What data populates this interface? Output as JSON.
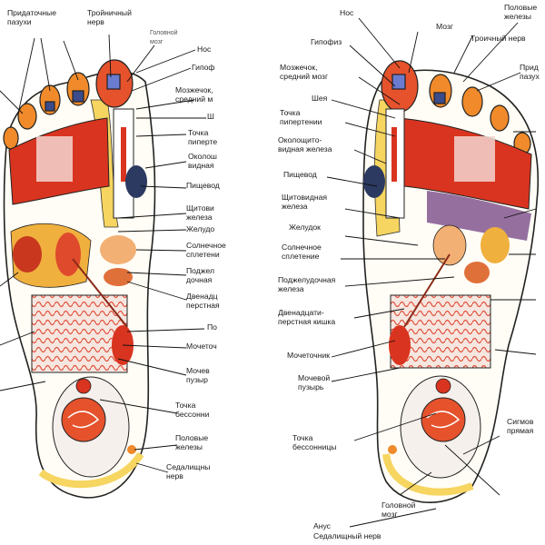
{
  "left_foot": {
    "labels": {
      "sinuses": "Придаточные\nпазухи",
      "trigeminal": "Тройничный\nнерв",
      "brain": "Головной\nмозг",
      "nose": "Нос",
      "pituitary": "Гипоф",
      "cerebellum": "Мозжечок,\nсредний м",
      "neck": "Ш",
      "plexus_point": "Точка\nпиперте",
      "parathyroid": "Околош\nвидная",
      "esophagus": "Пищевод",
      "thyroid": "Щитови\nжелеза",
      "stomach": "Желудо",
      "solar_plexus": "Солнечное\nсплетени",
      "pancreas": "Поджел\nдочная",
      "duodenum": "Двенадц\nперстная",
      "kidney": "По",
      "ureter": "Мочеточ",
      "bladder": "Мочев\nпузыр",
      "insomnia": "Точка\nбессонни",
      "genitals": "Половые\nжелезы",
      "sciatic": "Седалищны\nнерв"
    }
  },
  "right_foot": {
    "labels": {
      "nose": "Нос",
      "brain": "Мозг",
      "genitals_top": "Половые\nжелезы",
      "pituitary": "Гипофиз",
      "trigeminal": "Троичный нерв",
      "sinuses": "Прид\nпазух",
      "cerebellum": "Мозжечок,\nсредний мозг",
      "neck": "Шея",
      "plexus_point": "Точка\nпиперте­нии",
      "parathyroid": "Околощито-\nвидная железа",
      "esophagus": "Пищевод",
      "thyroid": "Щитовидная\nжелеза",
      "stomach": "Желудок",
      "solar_plexus": "Солнечное\nсплетение",
      "pancreas": "Поджелудочная\nжелеза",
      "duodenum": "Двенадцати-\nперстная кишка",
      "ureter": "Мочеточник",
      "bladder": "Мочевой\nпузырь",
      "insomnia": "Точка\nбессонницы",
      "sigmoid": "Сигмов\nпрямая",
      "head_brain": "Головной\nмозг",
      "anus": "Анус",
      "sciatic": "Седалищный нерв"
    }
  }
}
